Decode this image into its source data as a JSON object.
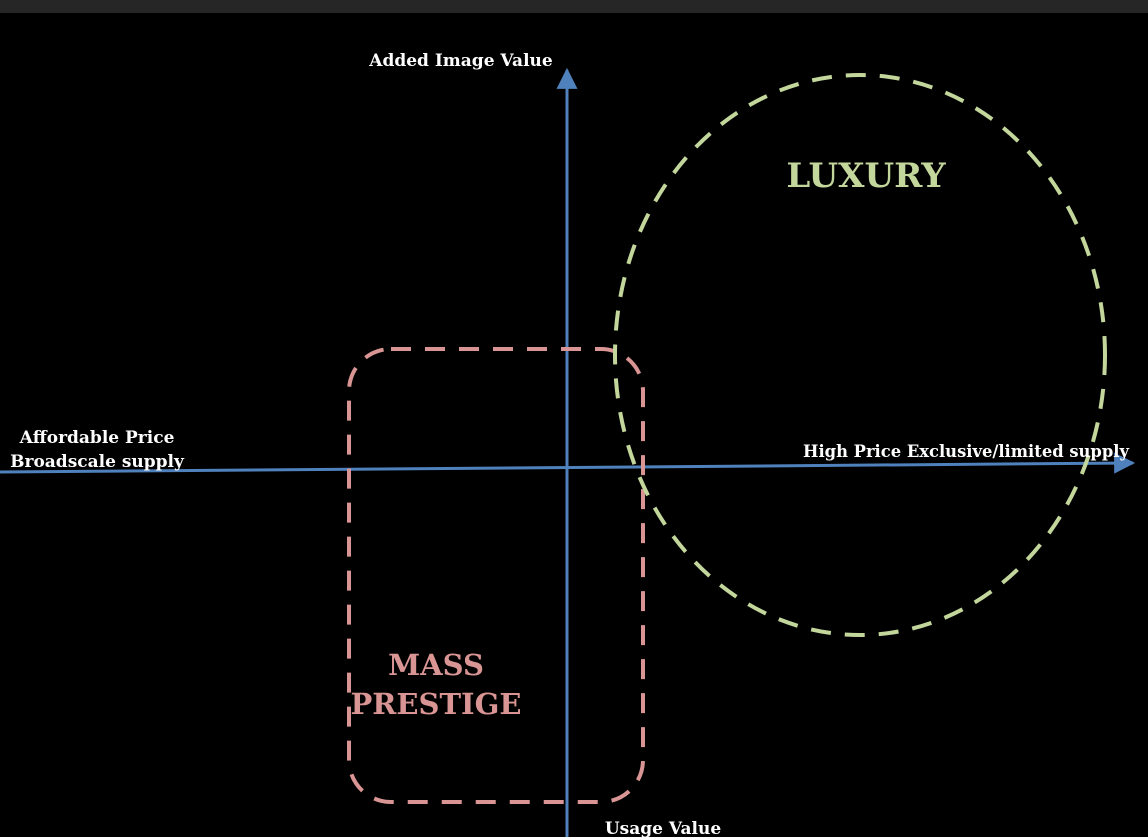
{
  "labels": {
    "top": "Added Image Value",
    "bottom": "Usage Value",
    "left_line1": "Affordable Price",
    "left_line2": "Broadscale supply",
    "right": "High Price Exclusive/limited supply"
  },
  "regions": {
    "luxury": "LUXURY",
    "mass_prestige_line1": "MASS",
    "mass_prestige_line2": "PRESTIGE"
  },
  "colors": {
    "axis": "#4f81bd",
    "luxury": "#c3d69b",
    "mass_prestige": "#d99594",
    "background": "#000000",
    "text": "#ffffff"
  }
}
